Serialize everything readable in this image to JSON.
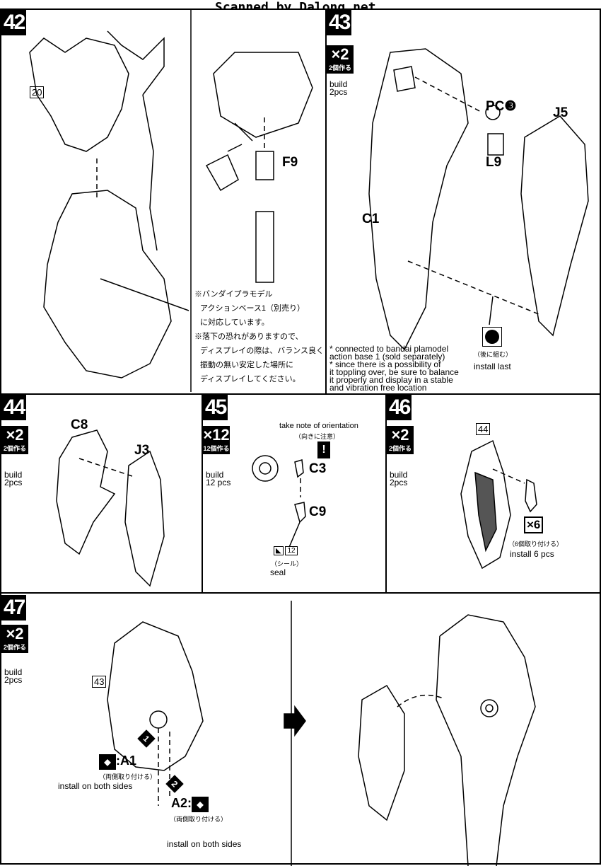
{
  "watermark": "Scanned by Dalong.net",
  "steps": {
    "s42": {
      "number": "42",
      "part_ref": "20",
      "part_f": "F9",
      "note_jp": [
        "※バンダイプラモデル",
        "アクションベース1（別売り）",
        "に対応しています。",
        "※落下の恐れがありますので、",
        "ディスプレイの際は、バランス良く",
        "振動の無い安定した場所に",
        "ディスプレイしてください。"
      ]
    },
    "s43": {
      "number": "43",
      "mult": "×2",
      "mult_jp": "2個作る",
      "build": "build",
      "build_qty": "2pcs",
      "parts": {
        "pc": "PC❸",
        "l": "L9",
        "j": "J5",
        "c": "C1"
      },
      "install_last_jp": "（後に組む）",
      "install_last": "install last",
      "note_en": [
        "* connected to bandai plamodel",
        "action base 1 (sold separately)",
        "* since there is a possibility of",
        "it toppling over, be sure to balance",
        "it properly and display in a stable",
        "and vibration free location"
      ]
    },
    "s44": {
      "number": "44",
      "mult": "×2",
      "mult_jp": "2個作る",
      "build": "build",
      "build_qty": "2pcs",
      "parts": {
        "c": "C8",
        "j": "J3"
      }
    },
    "s45": {
      "number": "45",
      "mult": "×12",
      "mult_jp": "12個作る",
      "build": "build",
      "build_qty": "12 pcs",
      "orientation": "take note of orientation",
      "orientation_jp": "（向きに注意）",
      "parts": {
        "c3": "C3",
        "c9": "C9"
      },
      "seal_no": "12",
      "seal_jp": "（シール）",
      "seal": "seal"
    },
    "s46": {
      "number": "46",
      "mult": "×2",
      "mult_jp": "2個作る",
      "build": "build",
      "build_qty": "2pcs",
      "part_ref": "44",
      "install_mult": "×6",
      "install_jp": "（6個取り付ける）",
      "install": "install 6 pcs"
    },
    "s47": {
      "number": "47",
      "mult": "×2",
      "mult_jp": "2個作る",
      "build": "build",
      "build_qty": "2pcs",
      "part_ref": "43",
      "order1": "1",
      "order2": "2",
      "a1": ":A1",
      "a2": "A2:",
      "both_jp": "（両側取り付ける）",
      "both": "install on both sides"
    }
  }
}
